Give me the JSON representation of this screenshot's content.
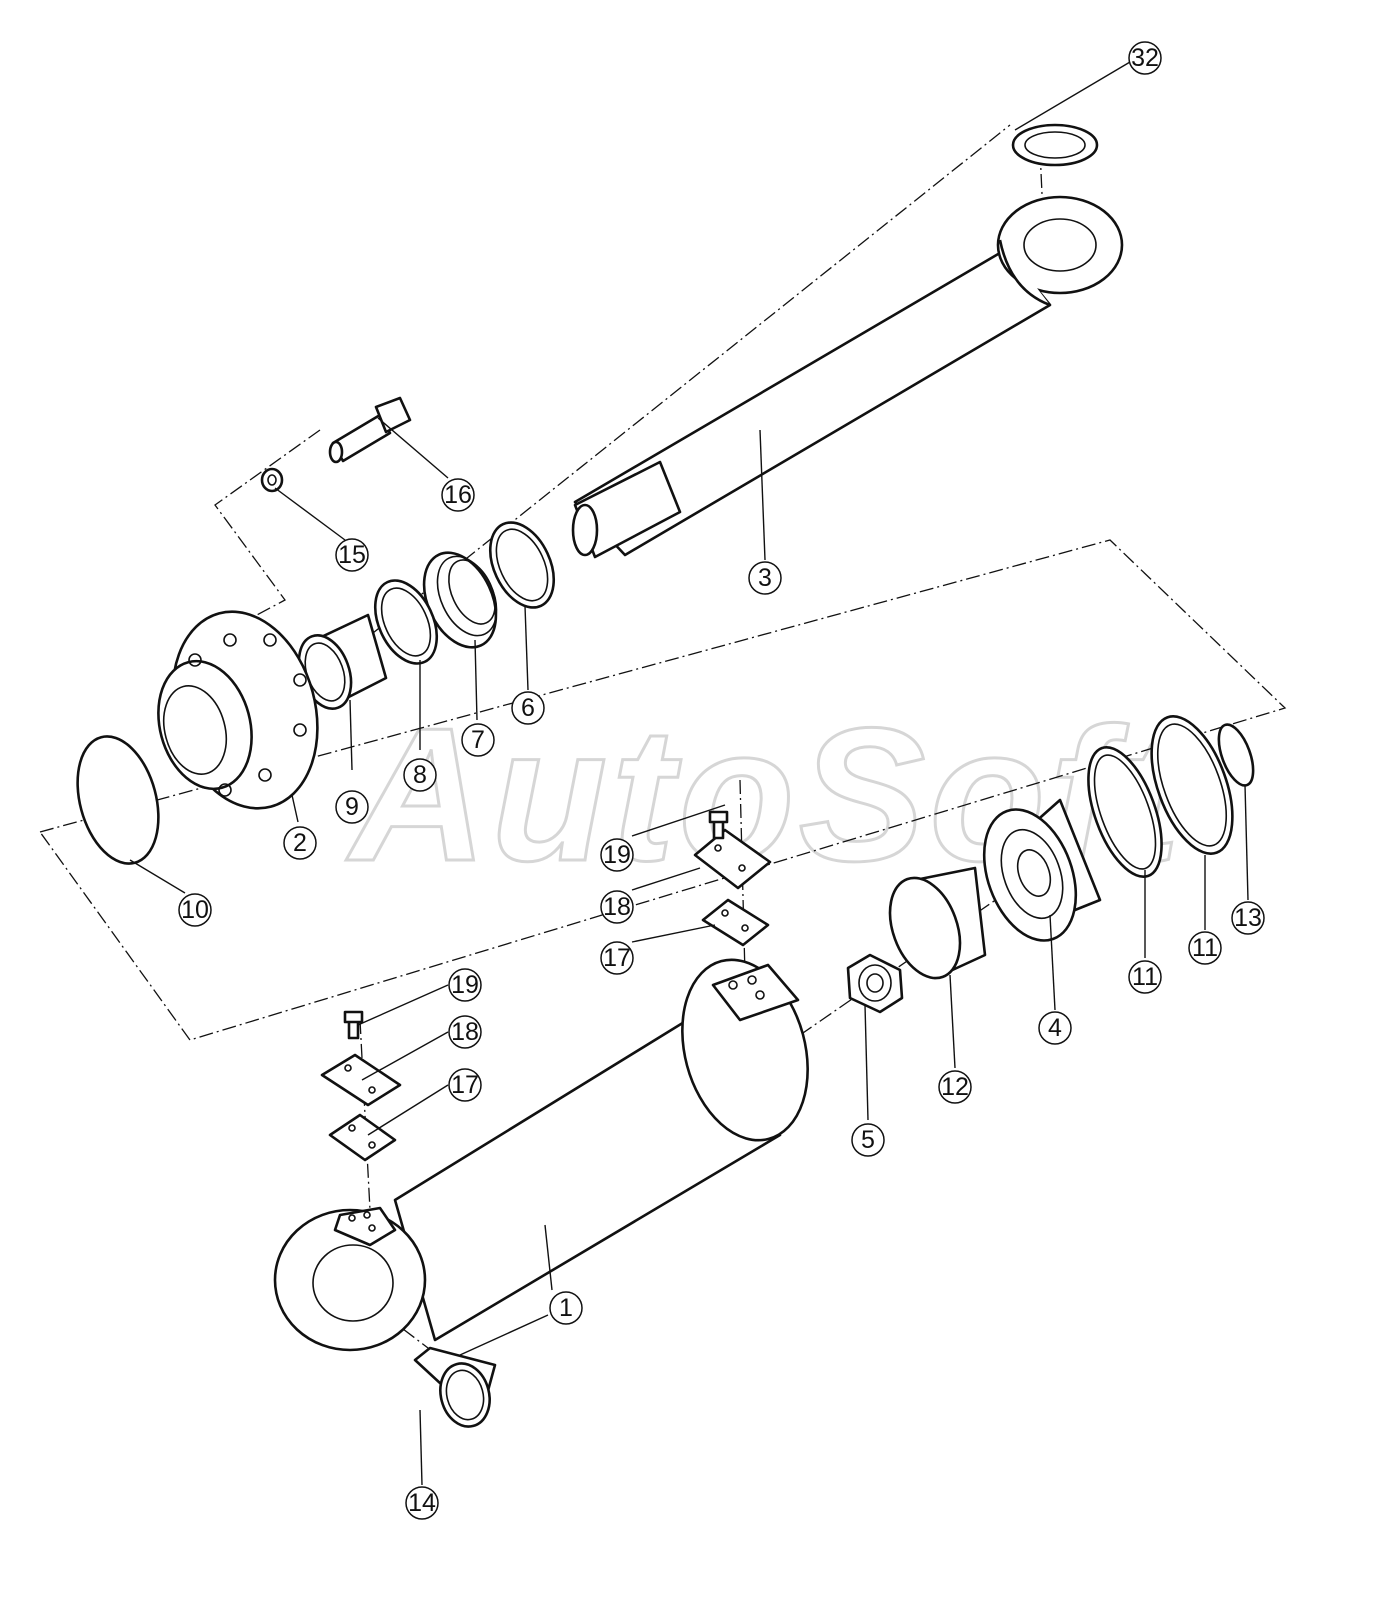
{
  "watermark": "AutoSoft",
  "callouts": {
    "c1": "1",
    "c2": "2",
    "c3": "3",
    "c4": "4",
    "c5": "5",
    "c6": "6",
    "c7": "7",
    "c8": "8",
    "c9": "9",
    "c10": "10",
    "c11a": "11",
    "c11b": "11",
    "c12": "12",
    "c13": "13",
    "c14": "14",
    "c15": "15",
    "c16": "16",
    "c17a": "17",
    "c17b": "17",
    "c18a": "18",
    "c18b": "18",
    "c19a": "19",
    "c19b": "19",
    "c32": "32"
  },
  "colors": {
    "line": "#111111",
    "watermark": "#d6d6d6",
    "background": "#ffffff"
  }
}
